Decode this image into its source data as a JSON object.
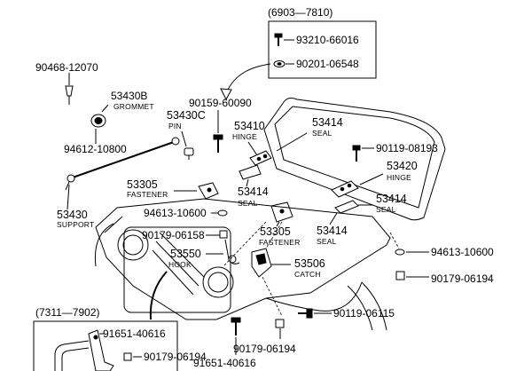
{
  "box_top": {
    "range": "(6903—7810)",
    "items": [
      {
        "part": "93210-66016"
      },
      {
        "part": "90201-06548"
      }
    ]
  },
  "box_bottom": {
    "range": "(7311—7902)",
    "items": [
      {
        "part": "91651-40616"
      },
      {
        "part": "90179-06194"
      }
    ]
  },
  "callouts": {
    "bolt_90468": {
      "part": "90468-12070"
    },
    "grommet": {
      "part": "53430B",
      "name": "GROMMET"
    },
    "bolt_94612": {
      "part": "94612-10800"
    },
    "pin": {
      "part": "53430C",
      "name": "PIN"
    },
    "bolt_90159": {
      "part": "90159-60090"
    },
    "hinge_left": {
      "part": "53410",
      "name": "HINGE"
    },
    "seal_top": {
      "part": "53414",
      "name": "SEAL"
    },
    "bolt_90119_top": {
      "part": "90119-08193"
    },
    "hinge_right": {
      "part": "53420",
      "name": "HINGE"
    },
    "fastener_upper": {
      "part": "53305",
      "name": "FASTENER"
    },
    "seal_mid": {
      "part": "53414",
      "name": "SEAL"
    },
    "seal_right": {
      "part": "53414",
      "name": "SEAL"
    },
    "support": {
      "part": "53430",
      "name": "SUPPORT"
    },
    "nut_94613_left": {
      "part": "94613-10600"
    },
    "fastener_lower": {
      "part": "53305",
      "name": "FASTENER"
    },
    "seal_lower": {
      "part": "53414",
      "name": "SEAL"
    },
    "nut_90179_left": {
      "part": "90179-06158"
    },
    "hook": {
      "part": "53550",
      "name": "HOOK"
    },
    "catch": {
      "part": "53506",
      "name": "CATCH"
    },
    "nut_94613_right": {
      "part": "94613-10600"
    },
    "nut_90179_right": {
      "part": "90179-06194"
    },
    "bolt_90119_bottom": {
      "part": "90119-06115"
    },
    "nut_90179_bottom": {
      "part": "90179-06194"
    },
    "bolt_91651_bottom": {
      "part": "91651-40616"
    }
  }
}
